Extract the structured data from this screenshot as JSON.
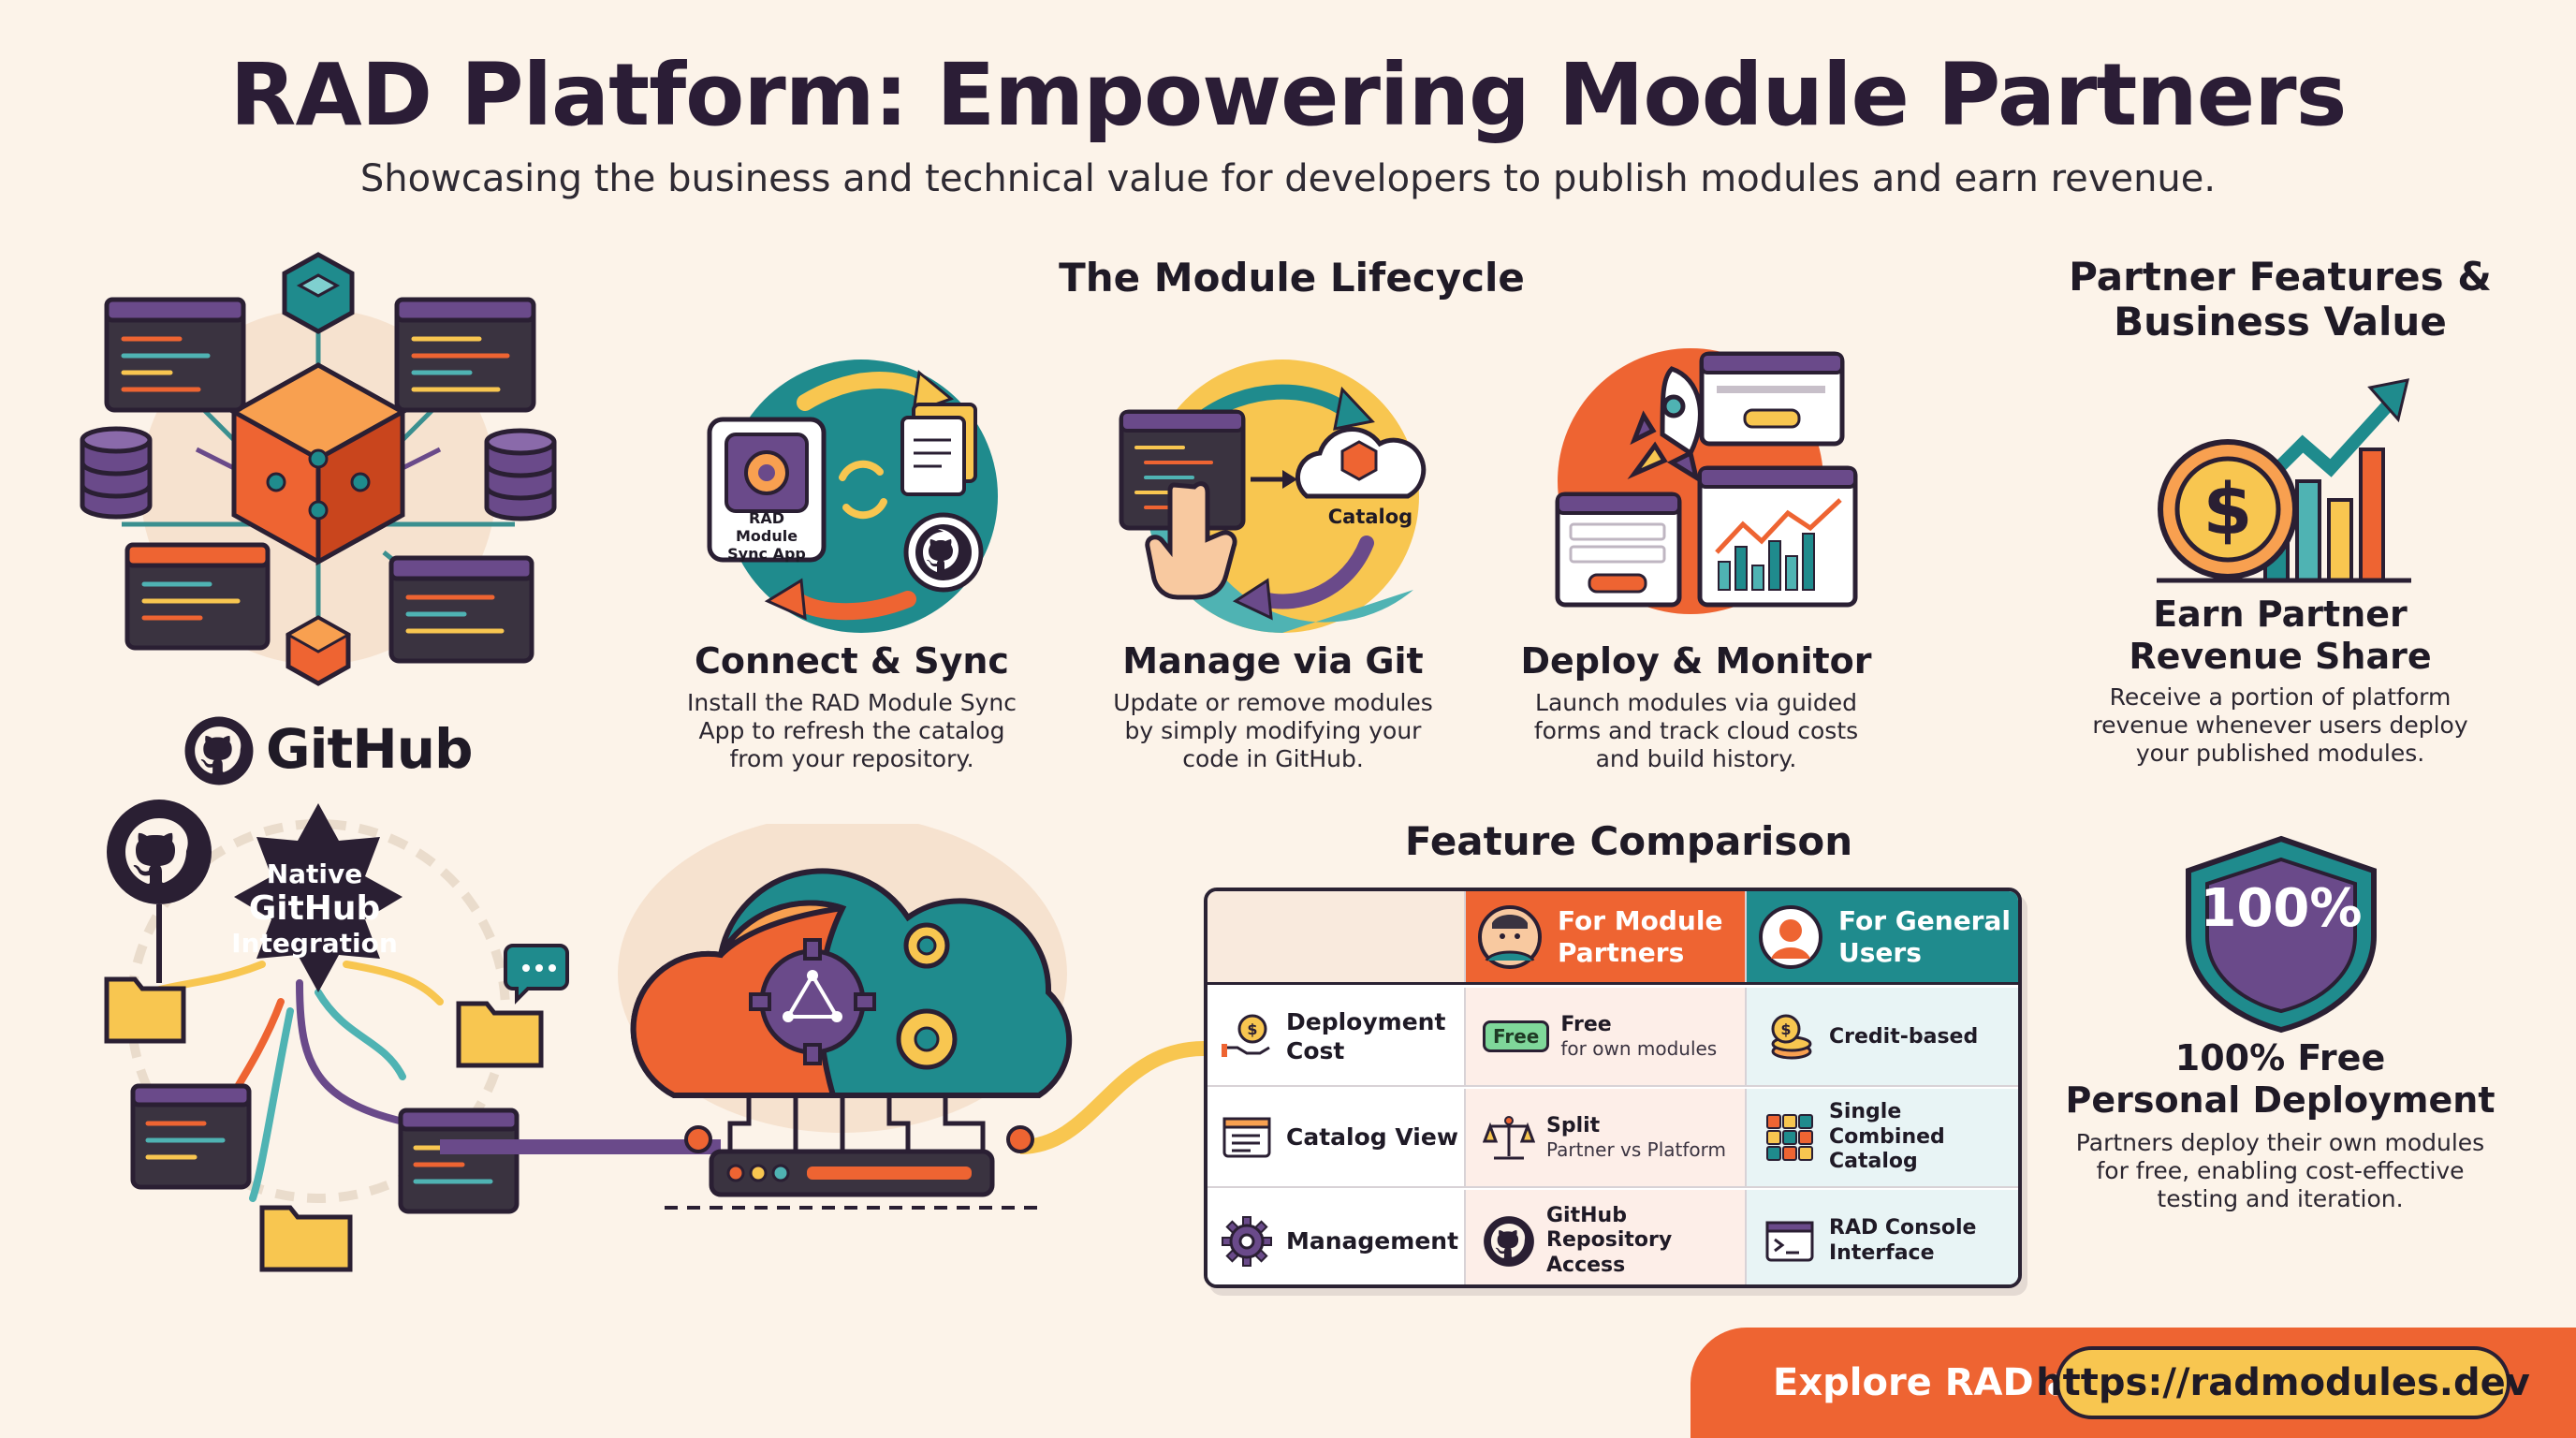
{
  "header": {
    "title": "RAD Platform: Empowering Module Partners",
    "subtitle": "Showcasing the business and technical value for developers to publish modules and earn revenue."
  },
  "left": {
    "github_wordmark": "GitHub",
    "badge_line1": "Native",
    "badge_line2": "GitHub",
    "badge_line3": "Integration"
  },
  "lifecycle": {
    "title": "The Module Lifecycle",
    "steps": [
      {
        "app_label": "RAD Module Sync App",
        "title": "Connect & Sync",
        "desc_lines": [
          "Install the RAD Module Sync",
          "App to refresh the catalog",
          "from your repository."
        ]
      },
      {
        "catalog_label": "Catalog",
        "title": "Manage via Git",
        "desc_lines": [
          "Update or remove modules",
          "by simply modifying your",
          "code in GitHub."
        ]
      },
      {
        "title": "Deploy & Monitor",
        "desc_lines": [
          "Launch modules via guided",
          "forms and track cloud costs",
          "and build history."
        ]
      }
    ]
  },
  "partner": {
    "title_lines": [
      "Partner Features &",
      "Business Value"
    ],
    "features": [
      {
        "title_lines": [
          "Earn Partner",
          "Revenue Share"
        ],
        "desc_lines": [
          "Receive a portion of platform",
          "revenue whenever users deploy",
          "your published modules."
        ]
      },
      {
        "badge": "100%",
        "title_lines": [
          "100% Free",
          "Personal Deployment"
        ],
        "desc_lines": [
          "Partners deploy their own modules",
          "for free, enabling cost-effective",
          "testing and iteration."
        ]
      }
    ]
  },
  "comparison": {
    "title": "Feature Comparison",
    "col1_header_lines": [
      "For Module",
      "Partners"
    ],
    "col2_header_lines": [
      "For General",
      "Users"
    ],
    "rows": [
      {
        "label_lines": [
          "Deployment",
          "Cost"
        ],
        "partner_tag": "Free",
        "partner_main": "Free",
        "partner_sub": "for own modules",
        "user_main_lines": [
          "Credit-based"
        ]
      },
      {
        "label_lines": [
          "Catalog View"
        ],
        "partner_main": "Split",
        "partner_sub": "Partner vs Platform",
        "user_main_lines": [
          "Single Combined",
          "Catalog"
        ]
      },
      {
        "label_lines": [
          "Management"
        ],
        "partner_main_lines": [
          "GitHub",
          "Repository Access"
        ],
        "user_main_lines": [
          "RAD Console",
          "Interface"
        ]
      }
    ]
  },
  "cta": {
    "label": "Explore RAD at",
    "url": "https://radmodules.dev"
  },
  "colors": {
    "background": "#fcf3e9",
    "orange": "#ee6432",
    "teal": "#1f8b8d",
    "yellow": "#f8c650",
    "purple": "#6a4a8a",
    "dark": "#2a1f33"
  }
}
